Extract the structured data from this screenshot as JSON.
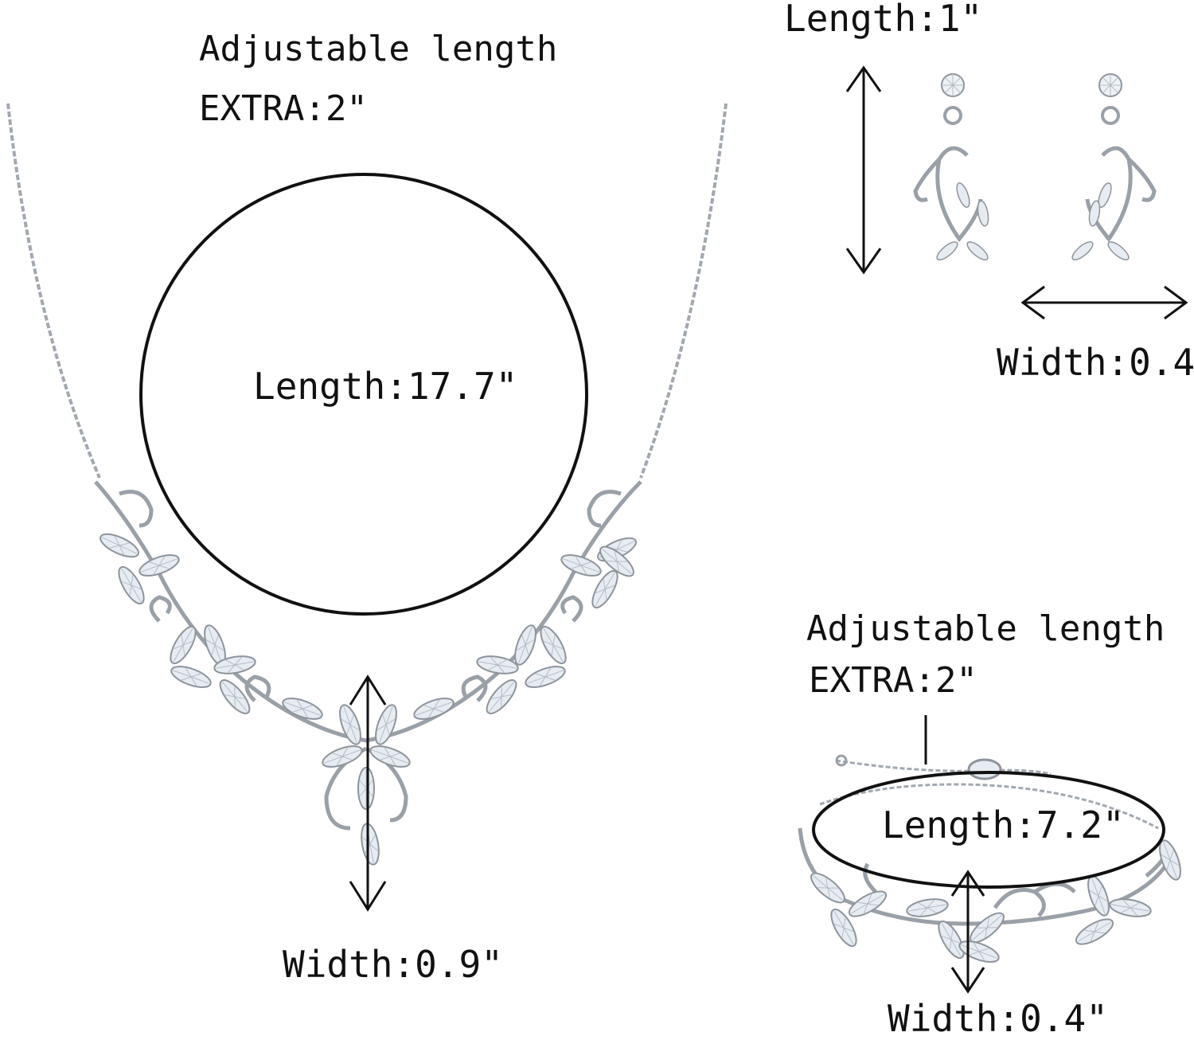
{
  "necklace": {
    "adjustable_label": "Adjustable length",
    "extra_label": "EXTRA:2\"",
    "length_label": "Length:17.7\"",
    "width_label": "Width:0.9\""
  },
  "earrings": {
    "length_label": "Length:1\"",
    "width_label": "Width:0.4\""
  },
  "bracelet": {
    "adjustable_label": "Adjustable length",
    "extra_label": "EXTRA:2\"",
    "length_label": "Length:7.2\"",
    "width_label": "Width:0.4\""
  },
  "colors": {
    "ink": "#111111",
    "silver": "#9aa0a8",
    "gem": "#dfe6ee"
  },
  "icons": [
    "necklace-image",
    "earrings-image",
    "bracelet-image",
    "double-arrow-icon"
  ]
}
